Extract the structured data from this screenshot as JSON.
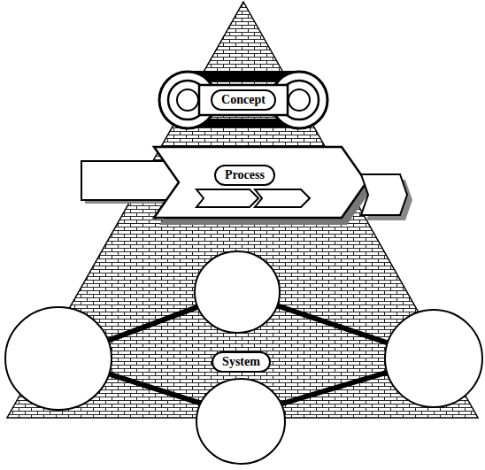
{
  "diagram": {
    "nodes": [
      {
        "text": [
          "Concept"
        ]
      },
      {
        "text": [
          "Process"
        ]
      },
      {
        "text": [
          "System"
        ]
      }
    ]
  }
}
